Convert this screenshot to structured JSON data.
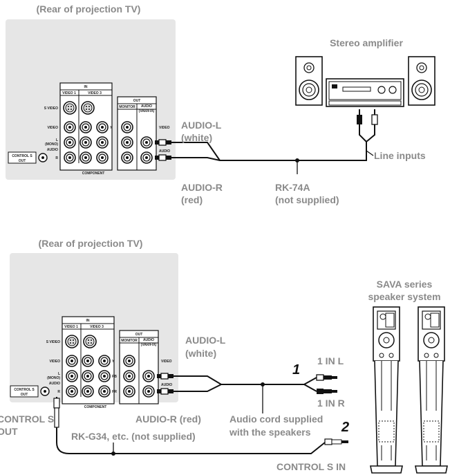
{
  "diagram1": {
    "caption": "(Rear of projection TV)",
    "amplifier_title": "Stereo amplifier",
    "audio_l": [
      "AUDIO-L",
      "(white)"
    ],
    "audio_r": [
      "AUDIO-R",
      "(red)"
    ],
    "cable": [
      "RK-74A",
      "(not supplied)"
    ],
    "line_inputs": "Line inputs"
  },
  "diagram2": {
    "caption": "(Rear of projection TV)",
    "speaker_title": [
      "SAVA series",
      "speaker system"
    ],
    "audio_l": [
      "AUDIO-L",
      "(white)"
    ],
    "audio_r": "AUDIO-R (red)",
    "speaker_cord": [
      "Audio cord supplied",
      "with the speakers"
    ],
    "control_cable": "RK-G34, etc. (not supplied)",
    "control_out_cut": [
      "CONTROL S",
      "OUT"
    ],
    "step1": "1",
    "step2": "2",
    "in_l": "1 IN L",
    "in_r": "1 IN R",
    "control_in": "CONTROL S IN"
  },
  "panel": {
    "in_header": "IN",
    "video1": "VIDEO 1",
    "video3": "VIDEO 3",
    "out_header": "OUT",
    "monitor": "MONITOR",
    "audio_var": "AUDIO",
    "var_fix": "(VAR/FIX)",
    "s_video": "S VIDEO",
    "video": "VIDEO",
    "audio_l_mono": "L",
    "mono": "(MONO)",
    "audio": "AUDIO",
    "r": "R",
    "y": "Y",
    "pb": "PB",
    "pr": "PR",
    "component": "COMPONENT",
    "control_s": "CONTROL S",
    "out": "OUT"
  }
}
